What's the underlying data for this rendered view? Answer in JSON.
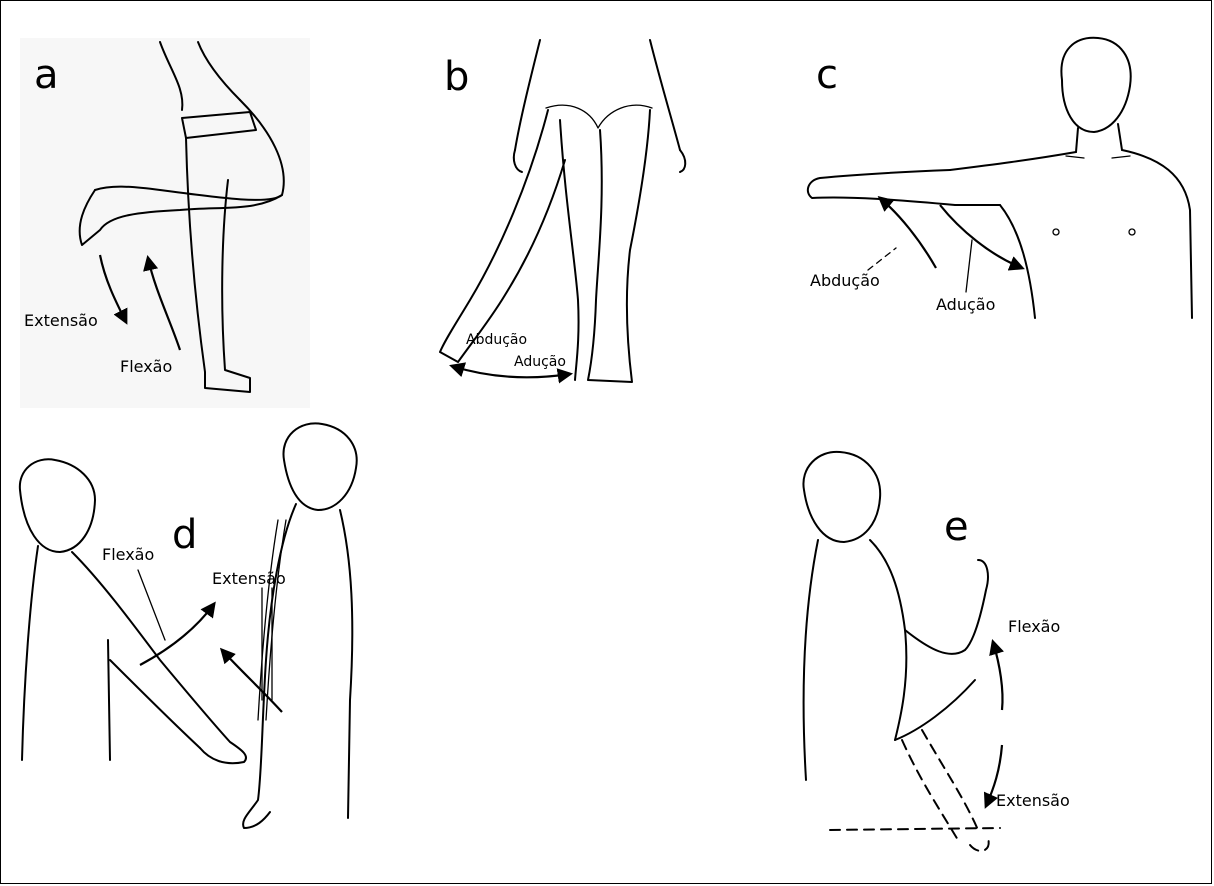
{
  "panels": {
    "a": {
      "letter": "a",
      "labels": {
        "extension": "Extensão",
        "flexion": "Flexão"
      }
    },
    "b": {
      "letter": "b",
      "labels": {
        "abduction": "Abdução",
        "adduction": "Adução"
      }
    },
    "c": {
      "letter": "c",
      "labels": {
        "abduction": "Abdução",
        "adduction": "Adução"
      }
    },
    "d": {
      "letter": "d",
      "labels": {
        "flexion": "Flexão",
        "extension": "Extensão"
      }
    },
    "e": {
      "letter": "e",
      "labels": {
        "flexion": "Flexão",
        "extension": "Extensão"
      }
    }
  }
}
